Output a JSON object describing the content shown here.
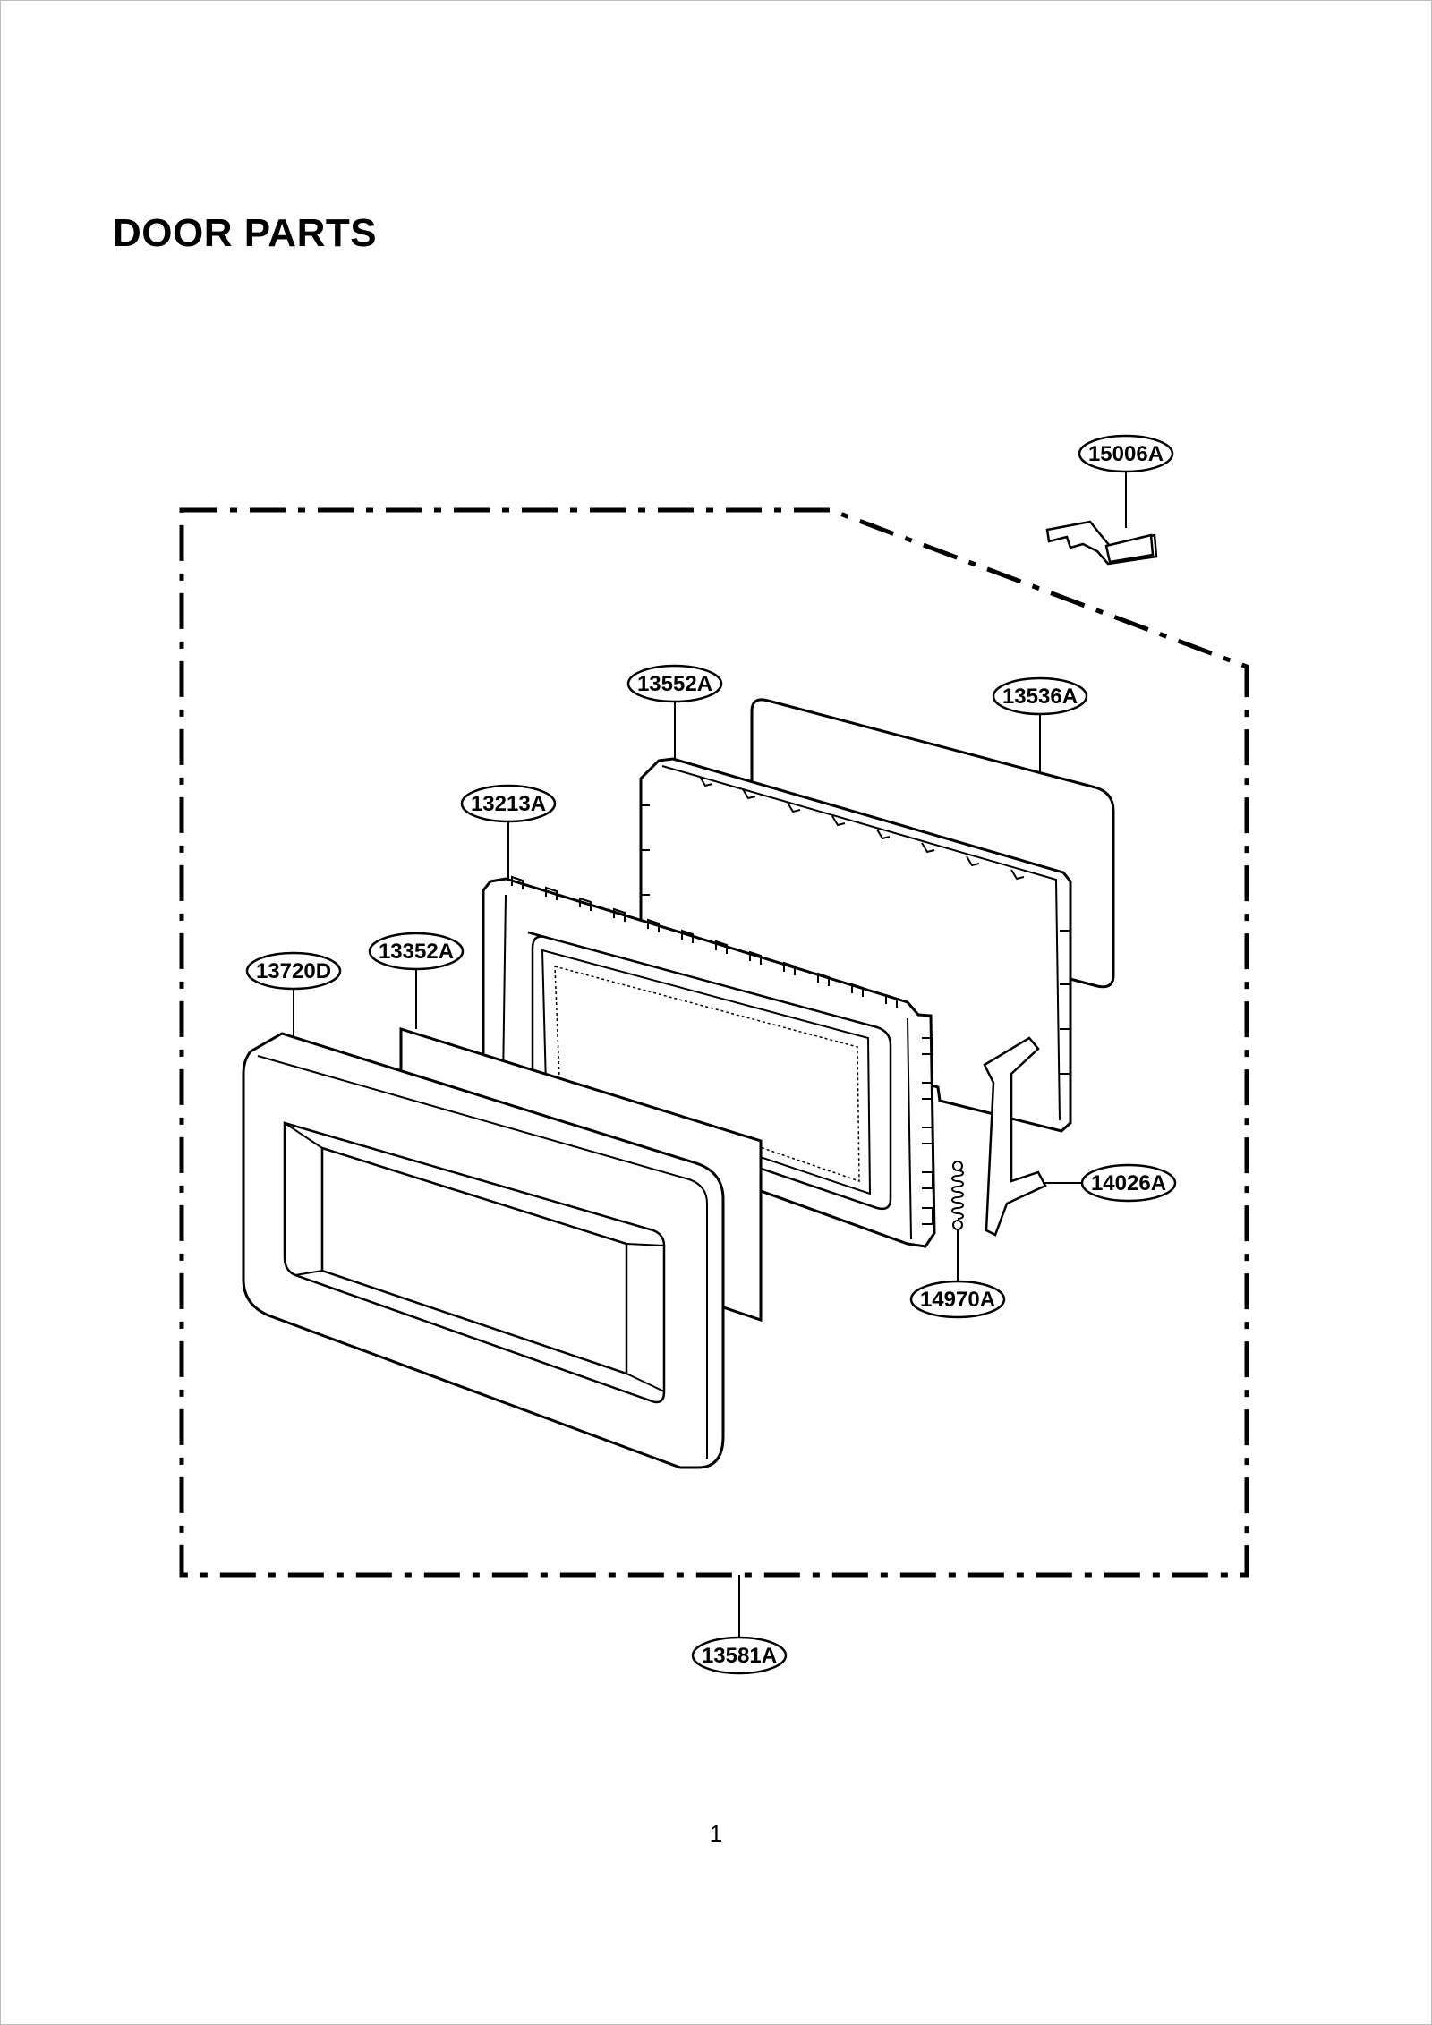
{
  "page": {
    "title": "DOOR PARTS",
    "page_number": "1"
  },
  "colors": {
    "line": "#000000",
    "background": "#ffffff",
    "border": "#bdbdbd"
  },
  "callouts": [
    {
      "id": "c15006A",
      "label": "15006A"
    },
    {
      "id": "c13552A",
      "label": "13552A"
    },
    {
      "id": "c13536A",
      "label": "13536A"
    },
    {
      "id": "c13213A",
      "label": "13213A"
    },
    {
      "id": "c13352A",
      "label": "13352A"
    },
    {
      "id": "c13720D",
      "label": "13720D"
    },
    {
      "id": "c14026A",
      "label": "14026A"
    },
    {
      "id": "c14970A",
      "label": "14970A"
    },
    {
      "id": "c13581A",
      "label": "13581A"
    }
  ]
}
